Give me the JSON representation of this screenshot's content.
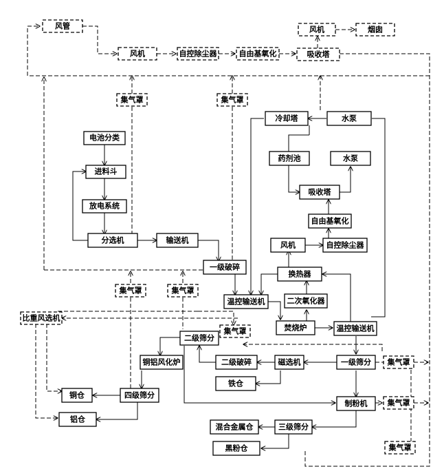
{
  "nodes": {
    "duct": "风管",
    "fan_top": "风机",
    "auto_dust_top": "自控除尘器",
    "free_radical_top": "自由基氧化",
    "absorber_top": "吸收塔",
    "fan_exhaust": "风机",
    "chimney": "烟囱",
    "hood_1": "集气罩",
    "hood_2": "集气罩",
    "cooling_tower": "冷却塔",
    "pump_1": "水泵",
    "battery_sort": "电池分类",
    "feed_hopper": "进料斗",
    "discharge": "放电系统",
    "reagent_pool": "药剂池",
    "pump_2": "水泵",
    "absorber_mid": "吸收塔",
    "free_radical_mid": "自由基氧化",
    "fan_mid": "风机",
    "auto_dust_mid": "自控除尘器",
    "separator": "分选机",
    "conveyor": "输送机",
    "primary_crush": "一级破碎",
    "heat_exchanger": "换热器",
    "hood_3": "集气罩",
    "hood_4": "集气罩",
    "temp_conveyor_1": "温控输送机",
    "secondary_oxidizer": "二次氧化器",
    "air_classifier": "比重风选机",
    "incinerator": "焚烧炉",
    "temp_conveyor_2": "温控输送机",
    "hood_5": "集气罩",
    "secondary_screen": "二级筛分",
    "cu_al_furnace": "铜铝风化炉",
    "secondary_crush": "二级破碎",
    "magnetic_sep": "磁选机",
    "primary_screen": "一级筛分",
    "hood_6": "集气罩",
    "iron_bin": "铁仓",
    "copper_bin": "铜仓",
    "quaternary_screen": "四级筛分",
    "pulverizer": "制粉机",
    "hood_7": "集气罩",
    "aluminum_bin": "铝仓",
    "mixed_metal_bin": "混合金属仓",
    "tertiary_screen": "三级筛分",
    "graphite_bin": "黑粉仓",
    "hood_8": "集气罩"
  }
}
